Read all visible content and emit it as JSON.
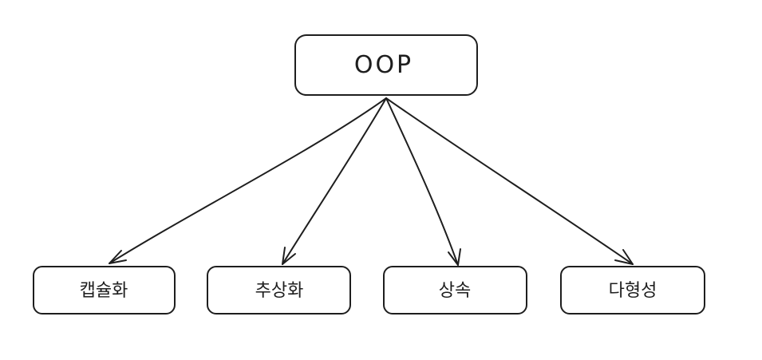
{
  "diagram": {
    "root": {
      "label": "OOP"
    },
    "children": [
      {
        "label": "캡슐화"
      },
      {
        "label": "추상화"
      },
      {
        "label": "상속"
      },
      {
        "label": "다형성"
      }
    ],
    "stroke_color": "#1e1e1e",
    "background_color": "#ffffff"
  }
}
